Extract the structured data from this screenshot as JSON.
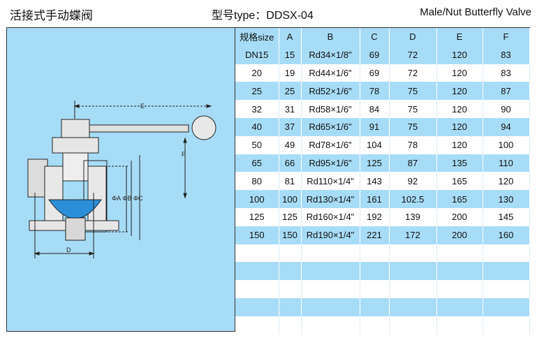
{
  "header": {
    "title_cn": "活接式手动蝶阀",
    "model_prefix": "型号",
    "model_value": "type：DDSX-04",
    "title_en": "Male/Nut Butterfly Valve"
  },
  "drawing": {
    "labels": {
      "E": "E",
      "F": "F",
      "D": "D",
      "phi": "ΦA ΦB ΦC"
    },
    "colors": {
      "background": "#a7dcf6",
      "disc": "#2a8fd8"
    }
  },
  "table": {
    "columns": [
      "规格size",
      "A",
      "B",
      "C",
      "D",
      "E",
      "F"
    ],
    "rows": [
      [
        "DN15",
        "15",
        "Rd34×1/8\"",
        "69",
        "72",
        "120",
        "83"
      ],
      [
        "20",
        "19",
        "Rd44×1/6\"",
        "69",
        "72",
        "120",
        "83"
      ],
      [
        "25",
        "25",
        "Rd52×1/6\"",
        "78",
        "75",
        "120",
        "87"
      ],
      [
        "32",
        "31",
        "Rd58×1/6\"",
        "84",
        "75",
        "120",
        "90"
      ],
      [
        "40",
        "37",
        "Rd65×1/6\"",
        "91",
        "75",
        "120",
        "94"
      ],
      [
        "50",
        "49",
        "Rd78×1/6\"",
        "104",
        "78",
        "120",
        "100"
      ],
      [
        "65",
        "66",
        "Rd95×1/6\"",
        "125",
        "87",
        "135",
        "110"
      ],
      [
        "80",
        "81",
        "Rd110×1/4\"",
        "143",
        "92",
        "165",
        "120"
      ],
      [
        "100",
        "100",
        "Rd130×1/4\"",
        "161",
        "102.5",
        "165",
        "130"
      ],
      [
        "125",
        "125",
        "Rd160×1/4\"",
        "192",
        "139",
        "200",
        "145"
      ],
      [
        "150",
        "150",
        "Rd190×1/4\"",
        "221",
        "172",
        "200",
        "160"
      ]
    ],
    "empty_rows": 5
  }
}
